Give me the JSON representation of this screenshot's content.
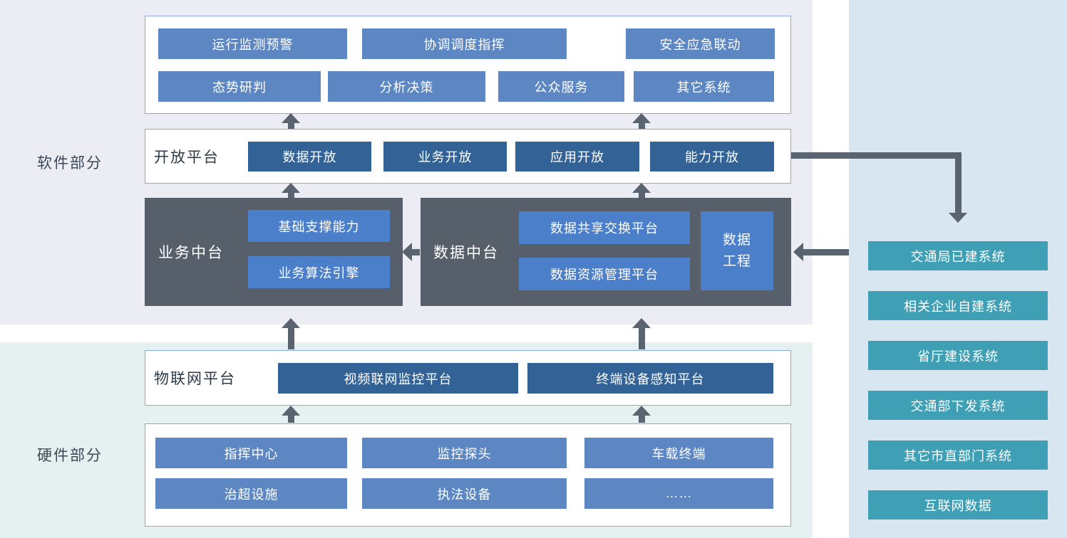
{
  "sections": {
    "software_label": "软件部分",
    "hardware_label": "硬件部分"
  },
  "app_layer": {
    "row1": [
      "运行监测预警",
      "协调调度指挥",
      "安全应急联动"
    ],
    "row2": [
      "态势研判",
      "分析决策",
      "公众服务",
      "其它系统"
    ]
  },
  "open_platform": {
    "label": "开放平台",
    "items": [
      "数据开放",
      "业务开放",
      "应用开放",
      "能力开放"
    ]
  },
  "business_platform": {
    "label": "业务中台",
    "items": [
      "基础支撑能力",
      "业务算法引擎"
    ]
  },
  "data_platform": {
    "label": "数据中台",
    "items": [
      "数据共享交换平台",
      "数据资源管理平台"
    ],
    "side_block": "数据工程"
  },
  "iot_platform": {
    "label": "物联网平台",
    "items": [
      "视频联网监控平台",
      "终端设备感知平台"
    ]
  },
  "hardware_layer": {
    "row1": [
      "指挥中心",
      "监控探头",
      "车载终端"
    ],
    "row2": [
      "治超设施",
      "执法设备",
      "……"
    ]
  },
  "external_systems": [
    "交通局已建系统",
    "相关企业自建系统",
    "省厅建设系统",
    "交通部下发系统",
    "其它市直部门系统",
    "互联网数据"
  ],
  "colors": {
    "software_bg": "#EBECF4",
    "hardware_bg": "#E5F1F1",
    "external_panel_bg": "#D8E6F2",
    "button_medium_blue": "#5C87C3",
    "button_dark_blue": "#336296",
    "button_inner_blue": "#4C7FC9",
    "platform_gray": "#575F6B",
    "external_teal": "#3FA0B5",
    "arrow_gray": "#5A6370",
    "box_border": "#86ABDA"
  }
}
